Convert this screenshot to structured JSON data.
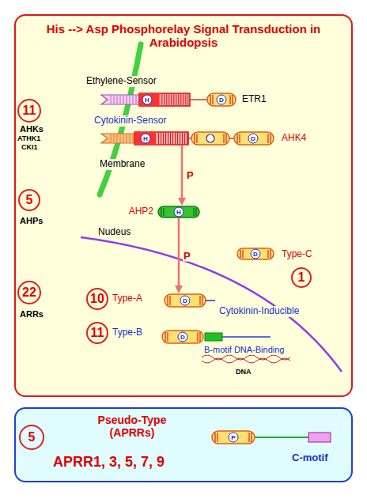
{
  "diagram": {
    "nodes": [
      {
        "text": [
          "His --> Asp Phosphorelay Signal Transduction in Arabidopsis"
        ]
      },
      {
        "text": [
          "11"
        ],
        "in": 0
      },
      {
        "text": [
          "H",
          "D",
          "ETR1"
        ],
        "in": 0
      },
      {
        "text": [
          "H",
          "D",
          "AHK4"
        ],
        "in": 0
      },
      {
        "text": [
          "5"
        ],
        "in": 0
      },
      {
        "text": [
          "H",
          "AHP2"
        ],
        "in": 0
      },
      {
        "text": [
          "D",
          "Type-C"
        ],
        "in": 0
      },
      {
        "text": [
          "1"
        ],
        "in": 0
      },
      {
        "text": [
          "22"
        ],
        "in": 0
      },
      {
        "text": [
          "10"
        ],
        "in": 0
      },
      {
        "text": [
          "D"
        ],
        "in": 0
      },
      {
        "text": [
          "11"
        ],
        "in": 0
      },
      {
        "text": [
          "D"
        ],
        "in": 0
      },
      {
        "text": [
          "Pseudo-Type (APRRs)"
        ]
      },
      {
        "text": [
          "5"
        ],
        "in": 13
      },
      {
        "text": [
          "P"
        ],
        "in": 13
      }
    ],
    "edges": [
      {
        "from": 3,
        "to": 5,
        "arrow": "to",
        "label": "P"
      },
      {
        "from": 5,
        "to": 10,
        "arrow": "to",
        "label": "P"
      }
    ],
    "labels": [
      "Ethylene-Sensor",
      "Cytokinin-Sensor",
      "Membrane",
      "AHKs",
      "ATHK1",
      "CKI1",
      "AHPs",
      "Nudeus",
      "ARRs",
      "Type-A",
      "Cytokinin-Inducible",
      "Type-B",
      "B-motif DNA-Binding",
      "DNA",
      "APRR1, 3, 5, 7, 9",
      "C-motif"
    ]
  }
}
